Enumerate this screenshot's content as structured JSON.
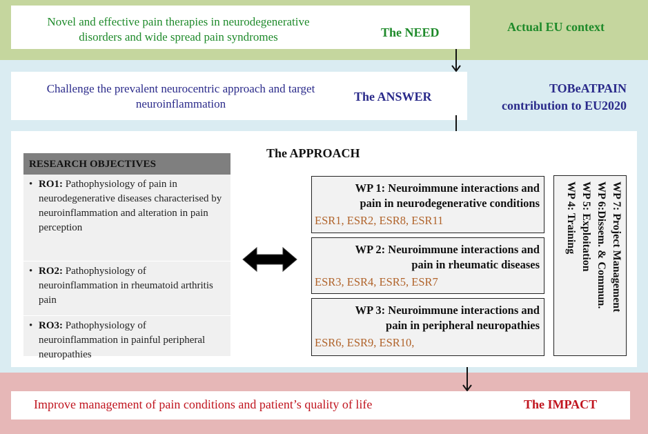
{
  "need": {
    "text": "Novel and effective pain therapies in neurodegenerative disorders  and wide spread pain syndromes",
    "label": "The NEED",
    "context": "Actual EU context",
    "color": "#1e8a2a",
    "band_color": "#c5d69e"
  },
  "answer": {
    "text": "Challenge the prevalent neurocentric approach and target neuroinflammation",
    "label": "The ANSWER",
    "context_line1": "TOBeATPAIN",
    "context_line2": "contribution to EU2020",
    "color": "#2a2a8a",
    "band_color": "#daecf2"
  },
  "approach": {
    "title": "The APPROACH",
    "research_objectives": {
      "header": "RESEARCH OBJECTIVES",
      "items": [
        {
          "code": "RO1:",
          "text": " Pathophysiology of pain in neurodegenerative diseases characterised by neuroinflammation and alteration in pain perception"
        },
        {
          "code": "RO2:",
          "text": " Pathophysiology of neuroinflammation in rheumatoid arthritis pain"
        },
        {
          "code": "RO3:",
          "text": " Pathophysiology of neuroinflammation in  painful peripheral neuropathies"
        }
      ]
    },
    "work_packages": [
      {
        "title_line1": "WP 1: Neuroimmune interactions and",
        "title_line2": "pain in neurodegenerative conditions",
        "esrs": "ESR1, ESR2,  ESR8, ESR11"
      },
      {
        "title_line1": "WP 2: Neuroimmune interactions and",
        "title_line2": "pain in rheumatic diseases",
        "esrs": "ESR3, ESR4, ESR5, ESR7"
      },
      {
        "title_line1": "WP 3: Neuroimmune interactions and",
        "title_line2": "pain in peripheral neuropathies",
        "esrs": "ESR6, ESR9, ESR10,"
      }
    ],
    "side_work_packages": [
      "WP 7: Project Management",
      "WP 6:Dissem. & Commun.",
      "WP 5: Exploitation",
      "WP 4: Training"
    ],
    "esr_color": "#b0632a"
  },
  "impact": {
    "text": "Improve management of pain conditions and patient’s quality of life",
    "label": "The IMPACT",
    "color": "#c0141e",
    "band_color": "#e6b7b7"
  }
}
